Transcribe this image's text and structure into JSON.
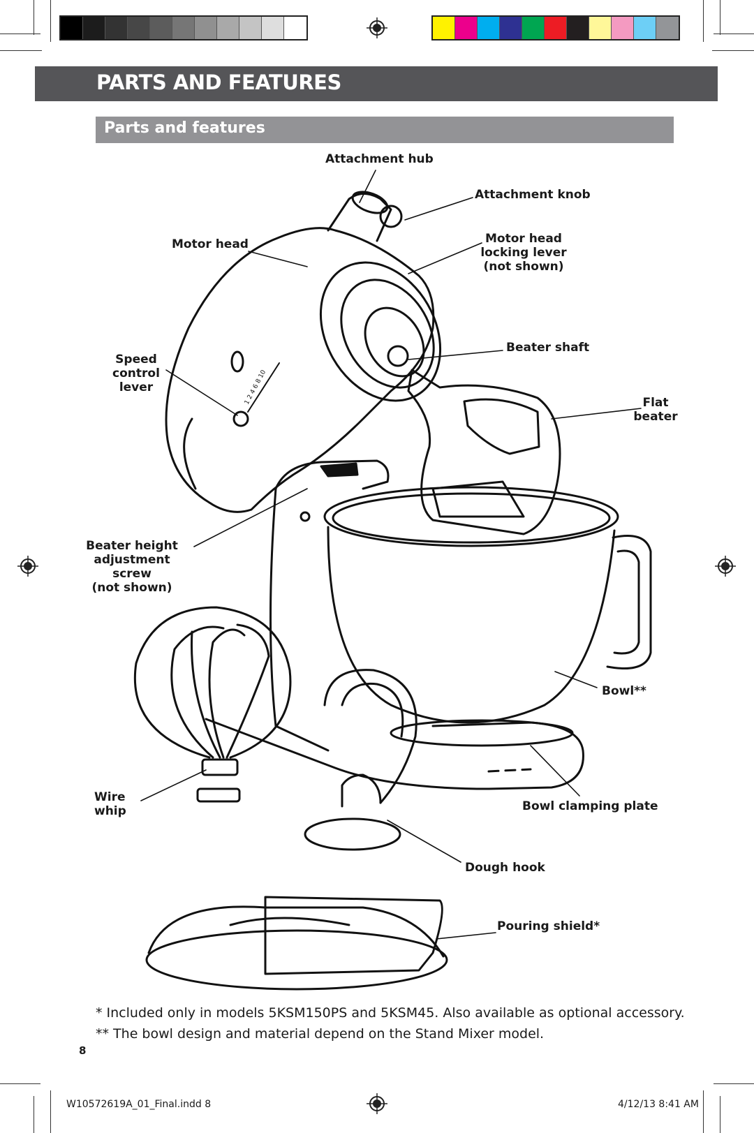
{
  "page": {
    "section_title": "PARTS AND FEATURES",
    "subsection_title": "Parts and features",
    "page_number": "8"
  },
  "colors": {
    "header_bar": "#555558",
    "subheader_bar": "#939396",
    "grayscale_swatches": [
      "#000000",
      "#1c1c1c",
      "#333333",
      "#474747",
      "#5c5c5c",
      "#767676",
      "#909090",
      "#a9a9a9",
      "#c4c4c4",
      "#dedede",
      "#ffffff"
    ],
    "color_swatches": [
      "#fff200",
      "#ec008c",
      "#00aeef",
      "#2e3192",
      "#00a651",
      "#ed1c24",
      "#231f20",
      "#fff799",
      "#f49ac1",
      "#6dcff6",
      "#939598"
    ]
  },
  "labels": {
    "attachment_hub": "Attachment hub",
    "attachment_knob": "Attachment knob",
    "motor_head": "Motor head",
    "motor_head_locking_lever": [
      "Motor head",
      "locking lever",
      "(not shown)"
    ],
    "beater_shaft": "Beater shaft",
    "speed_control_lever": [
      "Speed",
      "control",
      "lever"
    ],
    "flat_beater": [
      "Flat",
      "beater"
    ],
    "beater_height_adjustment_screw": [
      "Beater height",
      "adjustment",
      "screw",
      "(not shown)"
    ],
    "bowl": "Bowl**",
    "wire_whip": [
      "Wire",
      "whip"
    ],
    "bowl_clamping_plate": "Bowl clamping plate",
    "dough_hook": "Dough hook",
    "pouring_shield": "Pouring shield*",
    "speed_dial_numbers": "1 2 4 6 8 10"
  },
  "footnotes": {
    "single_star": "*   Included only in models 5KSM150PS and 5KSM45. Also available as optional accessory.",
    "double_star": "** The bowl design and material depend on the Stand Mixer model."
  },
  "slug": {
    "file": "W10572619A_01_Final.indd   8",
    "datetime": "4/12/13   8:41 AM"
  }
}
